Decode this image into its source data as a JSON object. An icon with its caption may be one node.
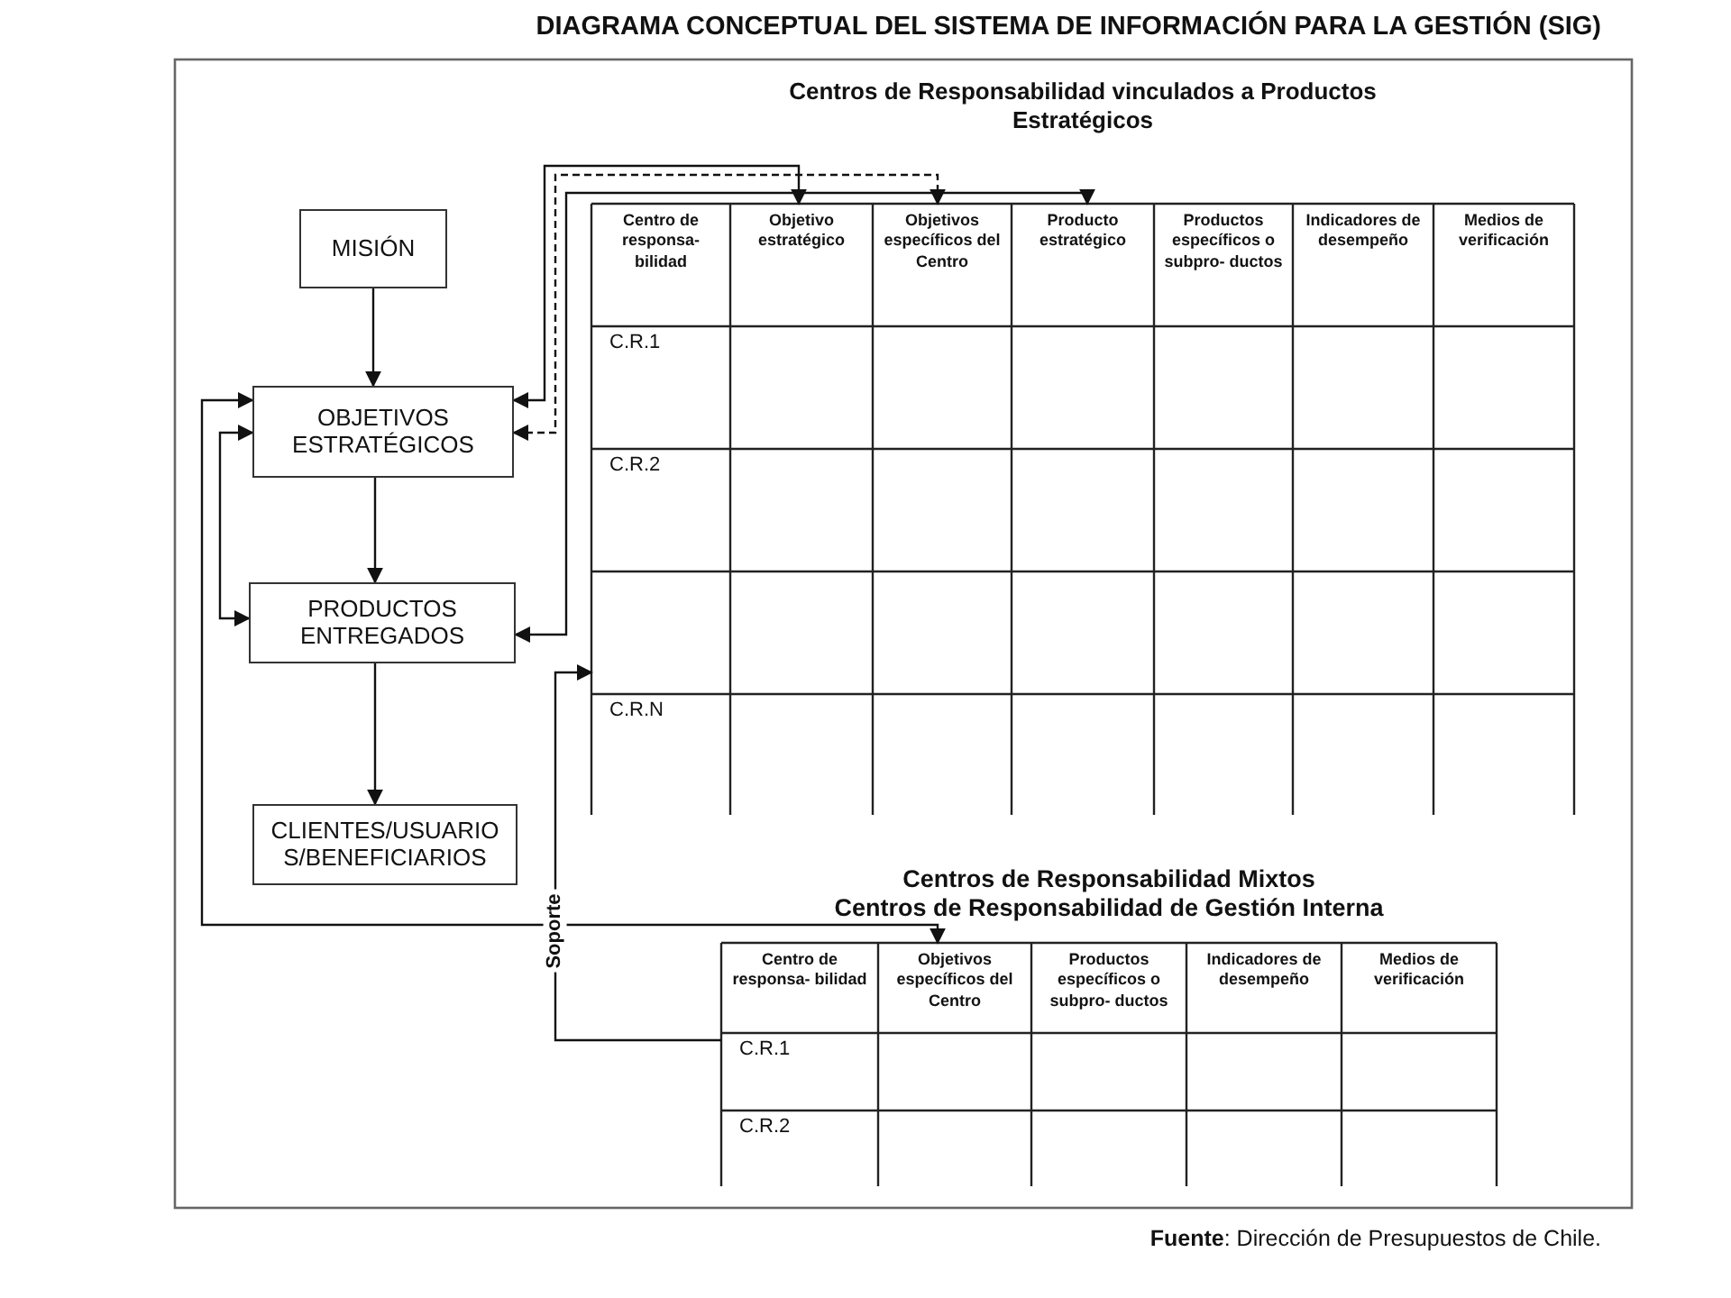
{
  "diagram": {
    "title": "DIAGRAMA CONCEPTUAL DEL SISTEMA DE INFORMACIÓN PARA LA GESTIÓN (SIG)",
    "nodes": [
      {
        "text": [
          "MISIÓN"
        ]
      },
      {
        "text": [
          "OBJETIVOS ESTRATÉGICOS"
        ]
      },
      {
        "text": [
          "PRODUCTOS ENTREGADOS"
        ]
      },
      {
        "text": [
          "CLIENTES/USUARIOS/BENEFICIARIOS"
        ]
      },
      {
        "text": [
          "Centros de Responsabilidad vinculados a Productos Estratégicos"
        ]
      },
      {
        "text": [
          "Centro de responsa- bilidad"
        ],
        "in": 4
      },
      {
        "text": [
          "Objetivo estratégico"
        ],
        "in": 4
      },
      {
        "text": [
          "Objetivos específicos del Centro"
        ],
        "in": 4
      },
      {
        "text": [
          "Producto estratégico"
        ],
        "in": 4
      },
      {
        "text": [
          "Productos específicos o subpro- ductos"
        ],
        "in": 4
      },
      {
        "text": [
          "Indicadores de desempeño"
        ],
        "in": 4
      },
      {
        "text": [
          "Medios de verificación"
        ],
        "in": 4
      },
      {
        "text": [
          "C.R.1"
        ],
        "in": 4
      },
      {
        "text": [
          "C.R.2"
        ],
        "in": 4
      },
      {
        "text": [
          "C.R.N"
        ],
        "in": 4
      },
      {
        "text": [
          "Centros de Responsabilidad Mixtos",
          "Centros de Responsabilidad de Gestión Interna"
        ]
      },
      {
        "text": [
          "Centro de responsa- bilidad"
        ],
        "in": 15
      },
      {
        "text": [
          "Objetivos específicos del Centro"
        ],
        "in": 15
      },
      {
        "text": [
          "Productos específicos o subpro- ductos"
        ],
        "in": 15
      },
      {
        "text": [
          "Indicadores de desempeño"
        ],
        "in": 15
      },
      {
        "text": [
          "Medios de verificación"
        ],
        "in": 15
      },
      {
        "text": [
          "C.R.1"
        ],
        "in": 15
      },
      {
        "text": [
          "C.R.2"
        ],
        "in": 15
      }
    ],
    "edges": [
      {
        "from": 0,
        "to": 1,
        "arrow": "to"
      },
      {
        "from": 1,
        "to": 2,
        "arrow": "to"
      },
      {
        "from": 2,
        "to": 3,
        "arrow": "to"
      },
      {
        "from": 1,
        "to": 6,
        "arrow": "both"
      },
      {
        "from": 1,
        "to": 7,
        "arrow": "both",
        "style": "dashed"
      },
      {
        "from": 2,
        "to": 8,
        "arrow": "both"
      },
      {
        "from": 1,
        "to": 17,
        "arrow": "both"
      },
      {
        "from": 1,
        "to": 2,
        "arrow": "both"
      },
      {
        "from": 21,
        "to": 4,
        "arrow": "to",
        "label": "Soporte"
      }
    ],
    "labels": [
      "**Fuente**: Dirección de Presupuestos de Chile."
    ]
  }
}
